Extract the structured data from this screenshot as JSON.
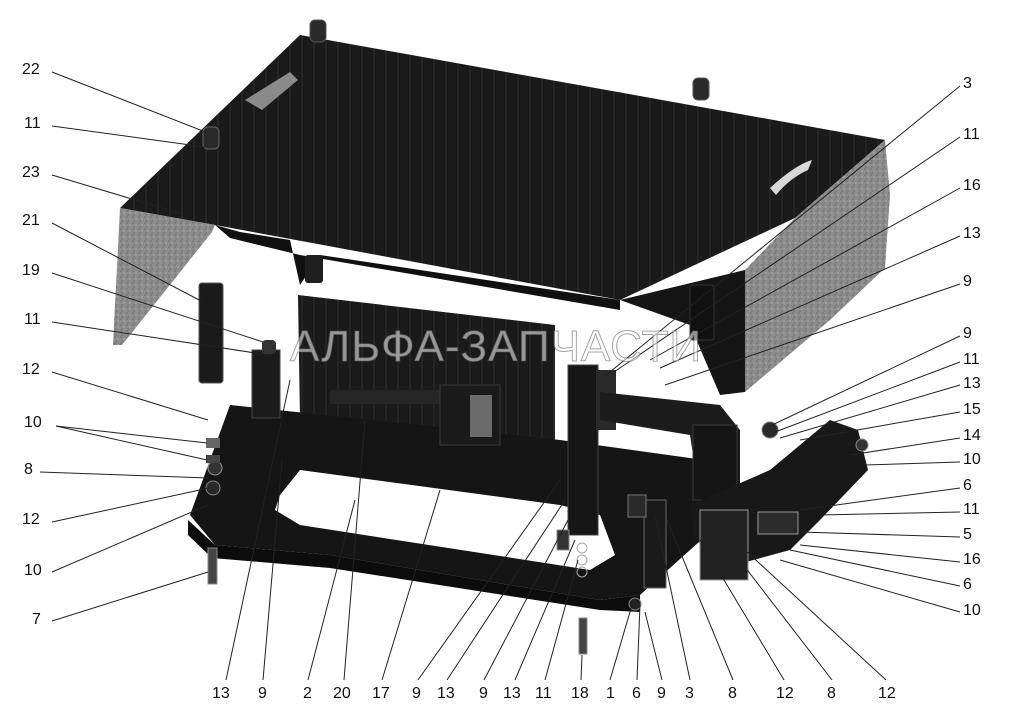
{
  "watermark": "АЛЬФА-ЗАПЧАСТИ",
  "callouts": {
    "left": [
      "22",
      "11",
      "23",
      "21",
      "19",
      "11",
      "12",
      "10",
      "8",
      "12",
      "10",
      "7"
    ],
    "right": [
      "3",
      "11",
      "16",
      "13",
      "9",
      "9",
      "11",
      "13",
      "15",
      "14",
      "10",
      "6",
      "11",
      "5",
      "16",
      "6",
      "10"
    ],
    "bottom": [
      "13",
      "9",
      "2",
      "20",
      "17",
      "9",
      "13",
      "9",
      "13",
      "11",
      "18",
      "1",
      "6",
      "9",
      "3",
      "8",
      "12",
      "8",
      "12"
    ]
  },
  "colors": {
    "part_fill": "#161616",
    "part_edge": "#3a3a3a",
    "light_face": "#9a9a9a",
    "leader": "#222222"
  }
}
